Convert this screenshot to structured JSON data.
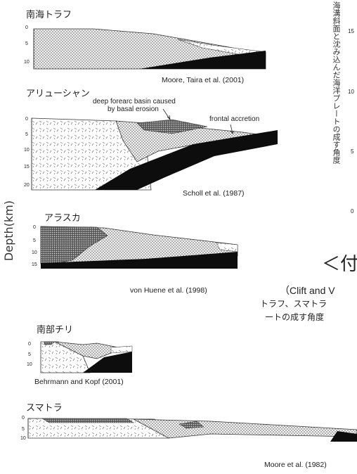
{
  "panels": [
    {
      "title": "南海トラフ",
      "citation": "Moore, Taira et al. (2001)",
      "ticks": [
        "0",
        "5",
        "10"
      ]
    },
    {
      "title": "アリューシャン",
      "citation": "Scholl et al. (1987)",
      "ticks": [
        "0",
        "5",
        "10",
        "15",
        "20"
      ],
      "annotations": {
        "basin_line1": "deep forearc basin caused",
        "basin_line2": "by basal erosion",
        "accretion": "frontal accretion"
      }
    },
    {
      "title": "アラスカ",
      "citation": "von Huene et al. (1998)",
      "ticks": [
        "0",
        "5",
        "10",
        "15"
      ]
    },
    {
      "title": "南部チリ",
      "citation": "Behrmann and Kopf (2001)",
      "ticks": [
        "0",
        "5",
        "10"
      ]
    },
    {
      "title": "スマトラ",
      "citation": "Moore et al. (1982)",
      "ticks": [
        "0",
        "5",
        "10"
      ]
    }
  ],
  "depth_axis_label": "Depth(km)",
  "right_partial": {
    "vertical_label": "海溝斜面と沈み込んだ海洋プレートの成す角度",
    "ticks": [
      "15",
      "10",
      "5",
      "0"
    ],
    "caption_big": "＜付",
    "caption_line1": "（Clift and V",
    "caption_line2": "トラフ、スマトラ",
    "caption_line3": "ートの成す角度"
  }
}
